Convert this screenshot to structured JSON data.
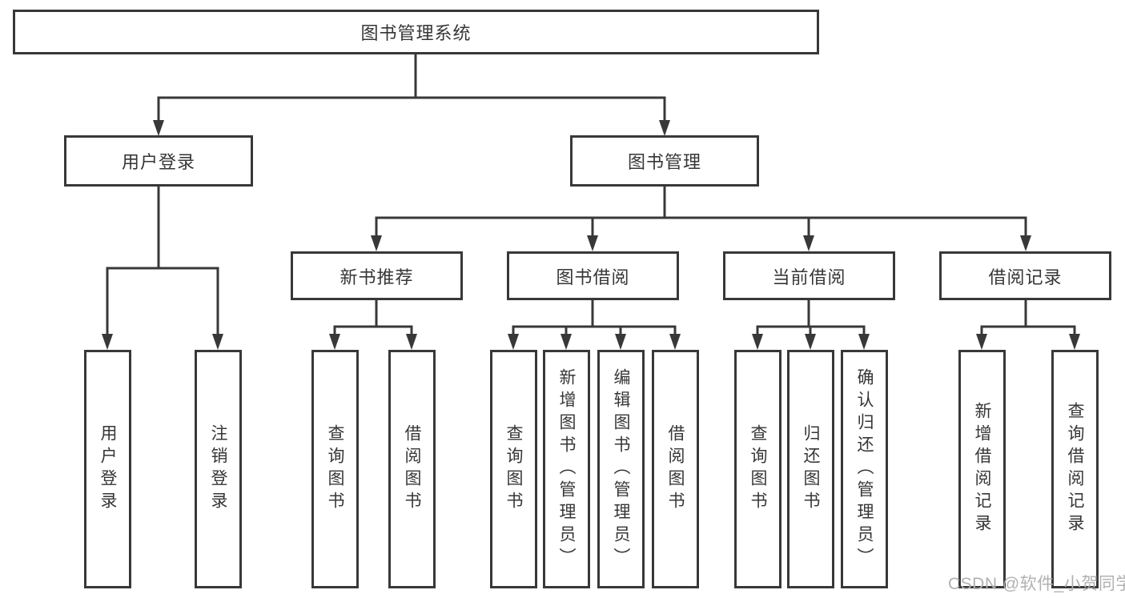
{
  "root": {
    "label": "图书管理系统"
  },
  "user_login": {
    "label": "用户登录",
    "children": {
      "login": "用户登录",
      "logout": "注销登录"
    }
  },
  "book_management": {
    "label": "图书管理",
    "new_book_recommend": {
      "label": "新书推荐",
      "children": {
        "query_books": "查询图书",
        "borrow_books": "借阅图书"
      }
    },
    "book_borrow": {
      "label": "图书借阅",
      "children": {
        "query_books": "查询图书",
        "add_books_admin": "新增图书（管理员）",
        "edit_books_admin": "编辑图书（管理员）",
        "borrow_books": "借阅图书"
      }
    },
    "current_borrow": {
      "label": "当前借阅",
      "children": {
        "query_books": "查询图书",
        "return_books": "归还图书",
        "confirm_return_admin": "确认归还（管理员）"
      }
    },
    "borrow_records": {
      "label": "借阅记录",
      "children": {
        "add_record": "新增借阅记录",
        "query_record": "查询借阅记录"
      }
    }
  },
  "watermark": "CSDN @软件_小贺同学",
  "colors": {
    "line": "#383838",
    "box_border": "#383838",
    "text": "#363636",
    "watermark": "#b1b1b1",
    "background": "#ffffff"
  }
}
